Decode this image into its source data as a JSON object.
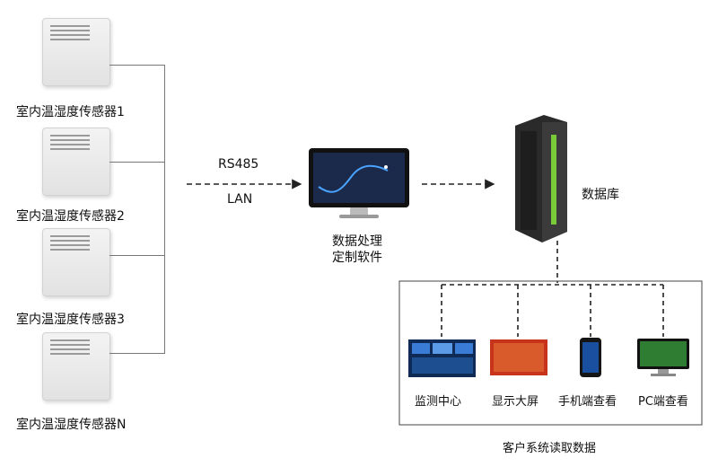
{
  "sensors": [
    {
      "label": "室内温湿度传感器1"
    },
    {
      "label": "室内温湿度传感器2"
    },
    {
      "label": "室内温湿度传感器3"
    },
    {
      "label": "室内温湿度传感器N"
    }
  ],
  "link": {
    "protocol_top": "RS485",
    "protocol_bottom": "LAN"
  },
  "software": {
    "line1": "数据处理",
    "line2": "定制软件"
  },
  "database": {
    "label": "数据库"
  },
  "clients": [
    {
      "label": "监测中心",
      "icon": "monitor-wall-icon"
    },
    {
      "label": "显示大屏",
      "icon": "led-display-icon"
    },
    {
      "label": "手机端查看",
      "icon": "smartphone-icon"
    },
    {
      "label": "PC端查看",
      "icon": "pc-monitor-icon"
    }
  ],
  "clients_caption": "客户系统读取数据",
  "colors": {
    "line": "#777777",
    "server_accent": "#7acb3a",
    "screen": "#1b2a4a"
  }
}
